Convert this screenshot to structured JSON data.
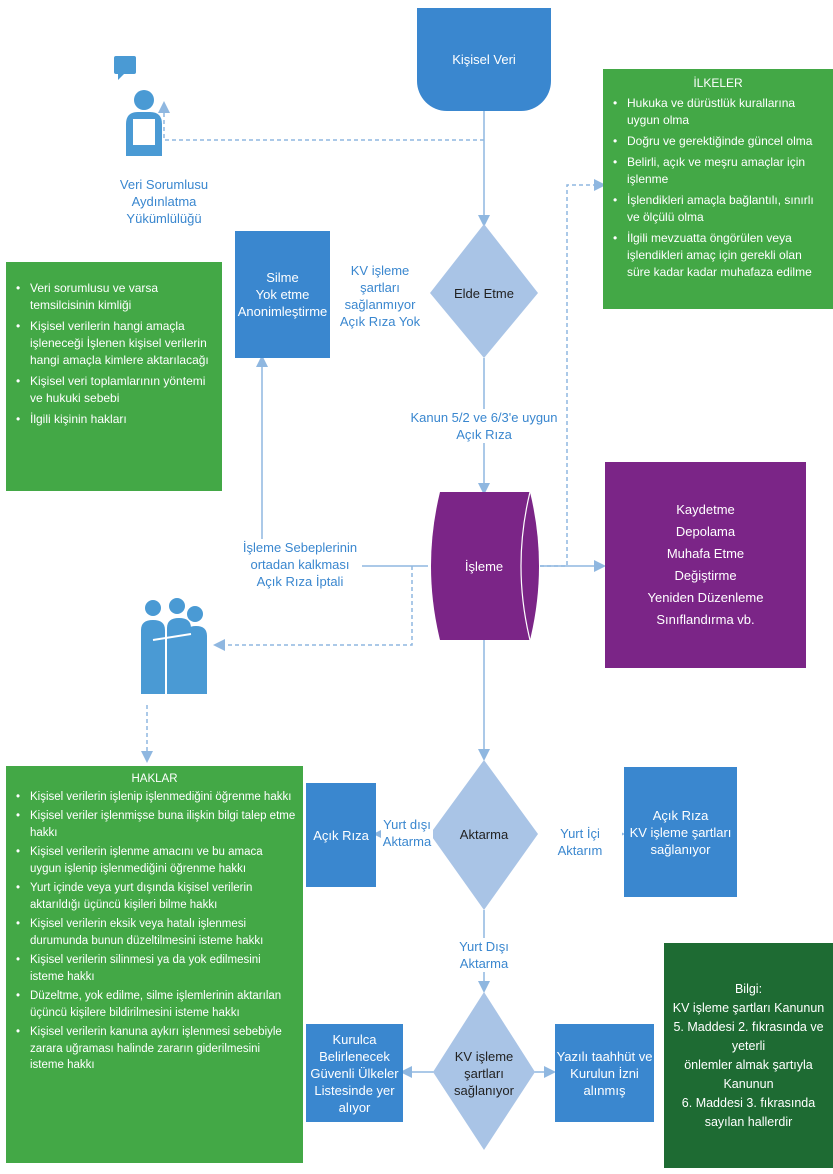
{
  "nodes": {
    "kisisel_veri": "Kişisel Veri",
    "elde_etme": "Elde Etme",
    "isleme": "İşleme",
    "aktarma": "Aktarma",
    "kv_saglaniyor": [
      "KV işleme şartları",
      "sağlanıyor"
    ]
  },
  "veri_sorumlusu": [
    "Veri Sorumlusu",
    "Aydınlatma",
    "Yükümlülüğü"
  ],
  "silme_box": [
    "Silme",
    "Yok etme",
    "Anonimleştirme"
  ],
  "kv_not_met_label": [
    "KV işleme şartları",
    "sağlanmıyor",
    "Açık Rıza Yok"
  ],
  "kanun_label": [
    "Kanun 5/2 ve 6/3'e uygun",
    "Açık Rıza"
  ],
  "isleme_sebep_label": [
    "İşleme Sebeplerinin",
    "ortadan kalkması",
    "Açık Rıza İptali"
  ],
  "aydinlatma_items": [
    "Veri sorumlusu ve varsa temsilcisinin kimliği",
    "Kişisel verilerin hangi amaçla işleneceği İşlenen kişisel verilerin hangi amaçla kimlere aktarılacağı",
    "Kişisel veri toplamlarının yöntemi ve hukuki sebebi",
    "İlgili kişinin hakları"
  ],
  "ilkeler": {
    "title": "İLKELER",
    "items": [
      "Hukuka ve dürüstlük kurallarına uygun olma",
      "Doğru ve gerektiğinde güncel olma",
      "Belirli, açık ve meşru amaçlar için işlenme",
      "İşlendikleri amaçla bağlantılı, sınırlı ve ölçülü olma",
      "İlgili mevzuatta öngörülen veya işlendikleri amaç için gerekli olan süre kadar kadar muhafaza edilme"
    ]
  },
  "isleme_types": [
    "Kaydetme",
    "Depolama",
    "Muhafa Etme",
    "Değiştirme",
    "Yeniden Düzenleme",
    "Sınıflandırma vb."
  ],
  "haklar": {
    "title": "HAKLAR",
    "items": [
      "Kişisel verilerin işlenip işlenmediğini öğrenme hakkı",
      "Kişisel veriler işlenmişse buna ilişkin bilgi talep etme hakkı",
      "Kişisel verilerin işlenme amacını ve bu amaca uygun işlenip işlenmediğini öğrenme hakkı",
      "Yurt içinde veya yurt dışında kişisel verilerin aktarıldığı üçüncü kişileri bilme hakkı",
      "Kişisel verilerin eksik veya hatalı işlenmesi durumunda bunun düzeltilmesini isteme hakkı",
      "Kişisel verilerin silinmesi ya da yok edilmesini isteme hakkı",
      "Düzeltme, yok edilme, silme işlemlerinin aktarılan üçüncü kişilere bildirilmesini isteme hakkı",
      "Kişisel verilerin kanuna aykırı işlenmesi sebebiyle zarara uğraması halinde zararın giderilmesini isteme hakkı"
    ]
  },
  "acik_riza_left": "Açık Rıza",
  "yurt_disi_label": [
    "Yurt dışı",
    "Aktarma"
  ],
  "yurt_ici_label": "Yurt İçi Aktarım",
  "acik_riza_right": [
    "Açık Rıza",
    "KV işleme şartları",
    "sağlanıyor"
  ],
  "yurt_disi_aktarma_label": "Yurt Dışı Aktarma",
  "kurulca_box": [
    "Kurulca Belirlenecek",
    "Güvenli Ülkeler",
    "Listesinde yer alıyor"
  ],
  "yazili_box": [
    "Yazılı taahhüt ve",
    "Kurulun İzni alınmış"
  ],
  "bilgi": [
    "Bilgi:",
    "KV işleme şartları Kanunun",
    "5. Maddesi 2. fıkrasında ve yeterli",
    "önlemler almak şartıyla Kanunun",
    "6. Maddesi 3. fıkrasında",
    "sayılan hallerdir"
  ],
  "colors": {
    "blue": "#3a87cf",
    "green": "#43a846",
    "purple": "#7b2587",
    "dark_green": "#1e6b33",
    "diamond": "#a9c4e6",
    "arrow": "#8fb7e0",
    "icon": "#4a9ad4"
  },
  "icons": [
    "person-presenter-icon",
    "people-group-icon"
  ]
}
